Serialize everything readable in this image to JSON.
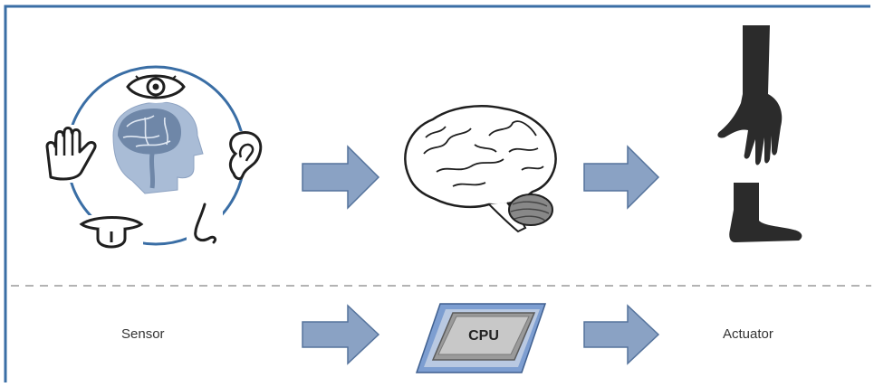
{
  "labels": {
    "sensor": "Sensor",
    "cpu": "CPU",
    "actuator": "Actuator"
  },
  "icons": {
    "senses": [
      "eye-icon",
      "ear-icon",
      "nose-icon",
      "tongue-icon",
      "hand-icon",
      "head-brain-icon"
    ],
    "brain": "brain-icon",
    "outputs": [
      "arm-hand-icon",
      "foot-icon"
    ],
    "processor": "cpu-chip-icon"
  },
  "colors": {
    "frame": "#3a6ea5",
    "ring": "#3a6ea5",
    "arrow_fill": "#8aa2c4",
    "arrow_stroke": "#55739c",
    "divider": "#9a9a9a",
    "limb": "#2b2b2b",
    "chip_blue": "#7d9ed1"
  }
}
